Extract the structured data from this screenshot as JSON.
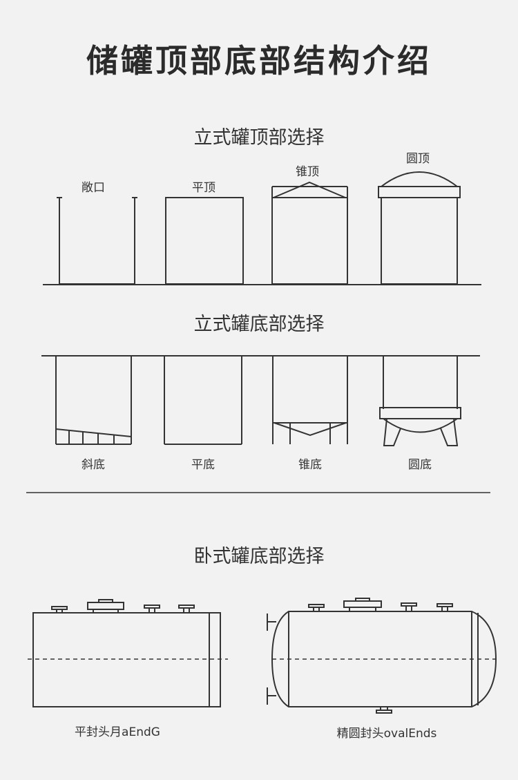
{
  "title": "储罐顶部底部结构介绍",
  "vertical_top": {
    "heading": "立式罐顶部选择",
    "labels": [
      "敞口",
      "平顶",
      "锥顶",
      "圆顶"
    ]
  },
  "vertical_bottom": {
    "heading": "立式罐底部选择",
    "labels": [
      "斜底",
      "平底",
      "锥底",
      "圆底"
    ]
  },
  "horizontal": {
    "heading": "卧式罐底部选择",
    "labels": [
      "平封头月aEndG",
      "精圆封头ovalEnds"
    ]
  },
  "colors": {
    "line": "#333333",
    "background": "#f2f2f2"
  }
}
